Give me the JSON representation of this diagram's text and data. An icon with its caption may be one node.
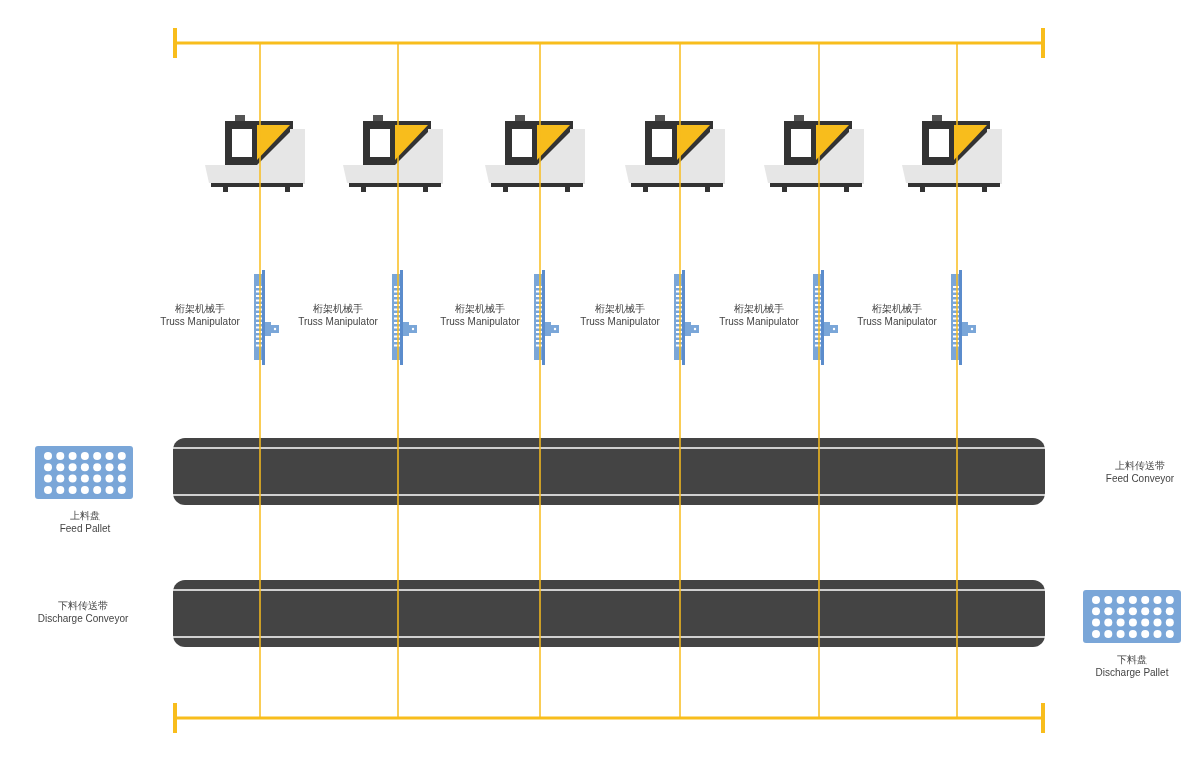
{
  "diagram": {
    "nodes": [
      {
        "text": [],
        "shape": "picture"
      },
      {
        "text": [],
        "shape": "picture"
      },
      {
        "text": [],
        "shape": "picture"
      },
      {
        "text": [],
        "shape": "picture"
      },
      {
        "text": [],
        "shape": "picture"
      },
      {
        "text": [],
        "shape": "picture"
      },
      {
        "text": [
          "桁架机械手",
          "Truss Manipulator"
        ]
      },
      {
        "text": [
          "桁架机械手",
          "Truss Manipulator"
        ]
      },
      {
        "text": [
          "桁架机械手",
          "Truss Manipulator"
        ]
      },
      {
        "text": [
          "桁架机械手",
          "Truss Manipulator"
        ]
      },
      {
        "text": [
          "桁架机械手",
          "Truss Manipulator"
        ]
      },
      {
        "text": [
          "桁架机械手",
          "Truss Manipulator"
        ]
      },
      {
        "text": [
          "上料盘",
          "Feed Pallet"
        ]
      },
      {
        "text": [],
        "shape": "bar",
        "beside": [
          "上料传送带",
          "Feed Conveyor"
        ]
      },
      {
        "text": [],
        "shape": "bar",
        "beside": [
          "下料传送带",
          "Discharge Conveyor"
        ]
      },
      {
        "text": [
          "下料盘",
          "Discharge Pallet"
        ]
      }
    ]
  }
}
